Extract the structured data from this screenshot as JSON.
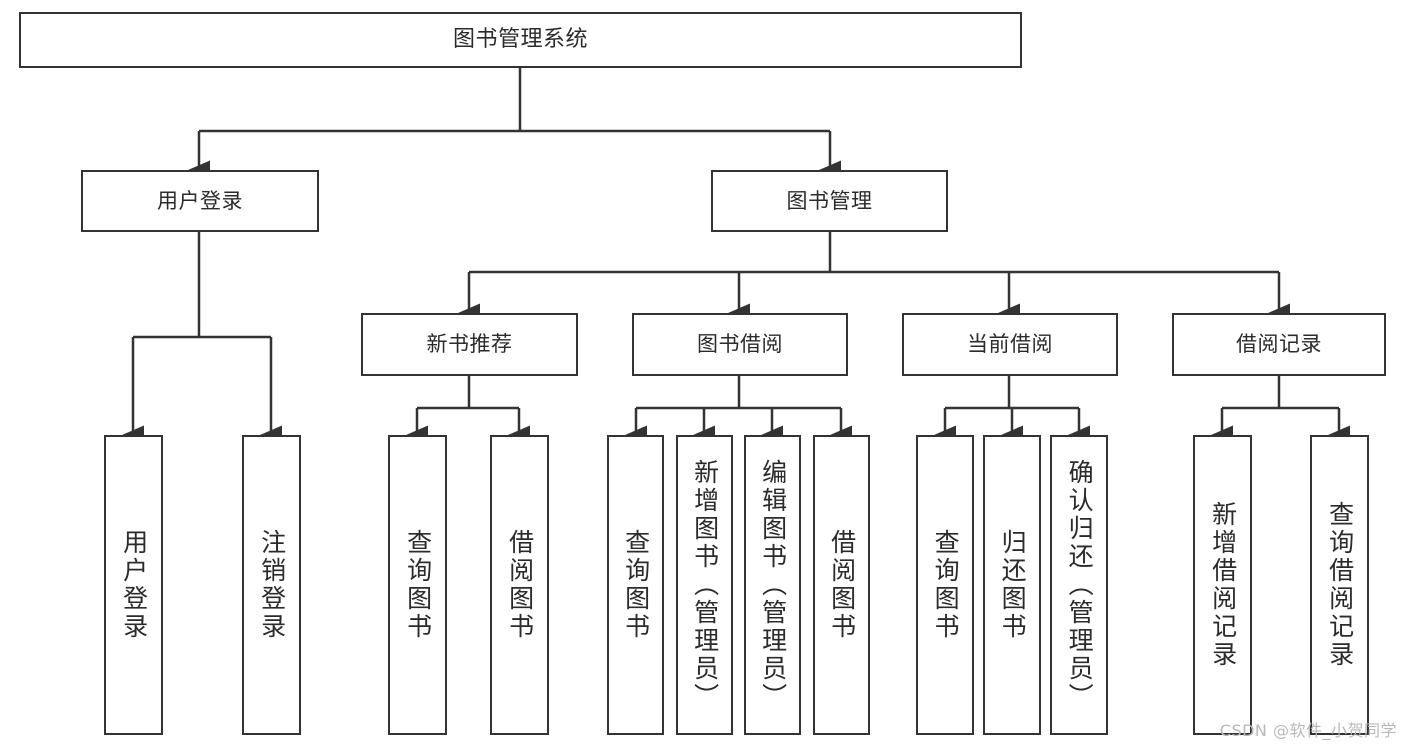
{
  "diagram": {
    "title": "图书管理系统",
    "type": "hierarchy-tree",
    "root": {
      "id": "root",
      "label": "图书管理系统"
    },
    "level1": [
      {
        "id": "user-login",
        "label": "用户登录"
      },
      {
        "id": "book-management",
        "label": "图书管理"
      }
    ],
    "level2": [
      {
        "id": "new-book-recommend",
        "label": "新书推荐",
        "parent": "book-management"
      },
      {
        "id": "book-borrow",
        "label": "图书借阅",
        "parent": "book-management"
      },
      {
        "id": "current-borrow",
        "label": "当前借阅",
        "parent": "book-management"
      },
      {
        "id": "borrow-record",
        "label": "借阅记录",
        "parent": "book-management"
      }
    ],
    "leaves": {
      "user_login": [
        {
          "id": "leaf-user-login",
          "label": "用户登录"
        },
        {
          "id": "leaf-user-logout",
          "label": "注销登录"
        }
      ],
      "new_book_recommend": [
        {
          "id": "leaf-query-book-1",
          "label": "查询图书"
        },
        {
          "id": "leaf-borrow-book-1",
          "label": "借阅图书"
        }
      ],
      "book_borrow": [
        {
          "id": "leaf-query-book-2",
          "label": "查询图书"
        },
        {
          "id": "leaf-add-book",
          "label": "新增图书（管理员）"
        },
        {
          "id": "leaf-edit-book",
          "label": "编辑图书（管理员）"
        },
        {
          "id": "leaf-borrow-book-2",
          "label": "借阅图书"
        }
      ],
      "current_borrow": [
        {
          "id": "leaf-query-book-3",
          "label": "查询图书"
        },
        {
          "id": "leaf-return-book",
          "label": "归还图书"
        },
        {
          "id": "leaf-confirm-return",
          "label": "确认归还（管理员）"
        }
      ],
      "borrow_record": [
        {
          "id": "leaf-add-record",
          "label": "新增借阅记录"
        },
        {
          "id": "leaf-query-record",
          "label": "查询借阅记录"
        }
      ]
    }
  },
  "watermark": {
    "text": "CSDN @软件_小贺同学"
  },
  "colors": {
    "box_border": "#333333",
    "box_fill": "#ffffff",
    "text": "#2b2b2b",
    "connector": "#333333",
    "watermark": "#b8b8b8",
    "background": "#ffffff"
  }
}
